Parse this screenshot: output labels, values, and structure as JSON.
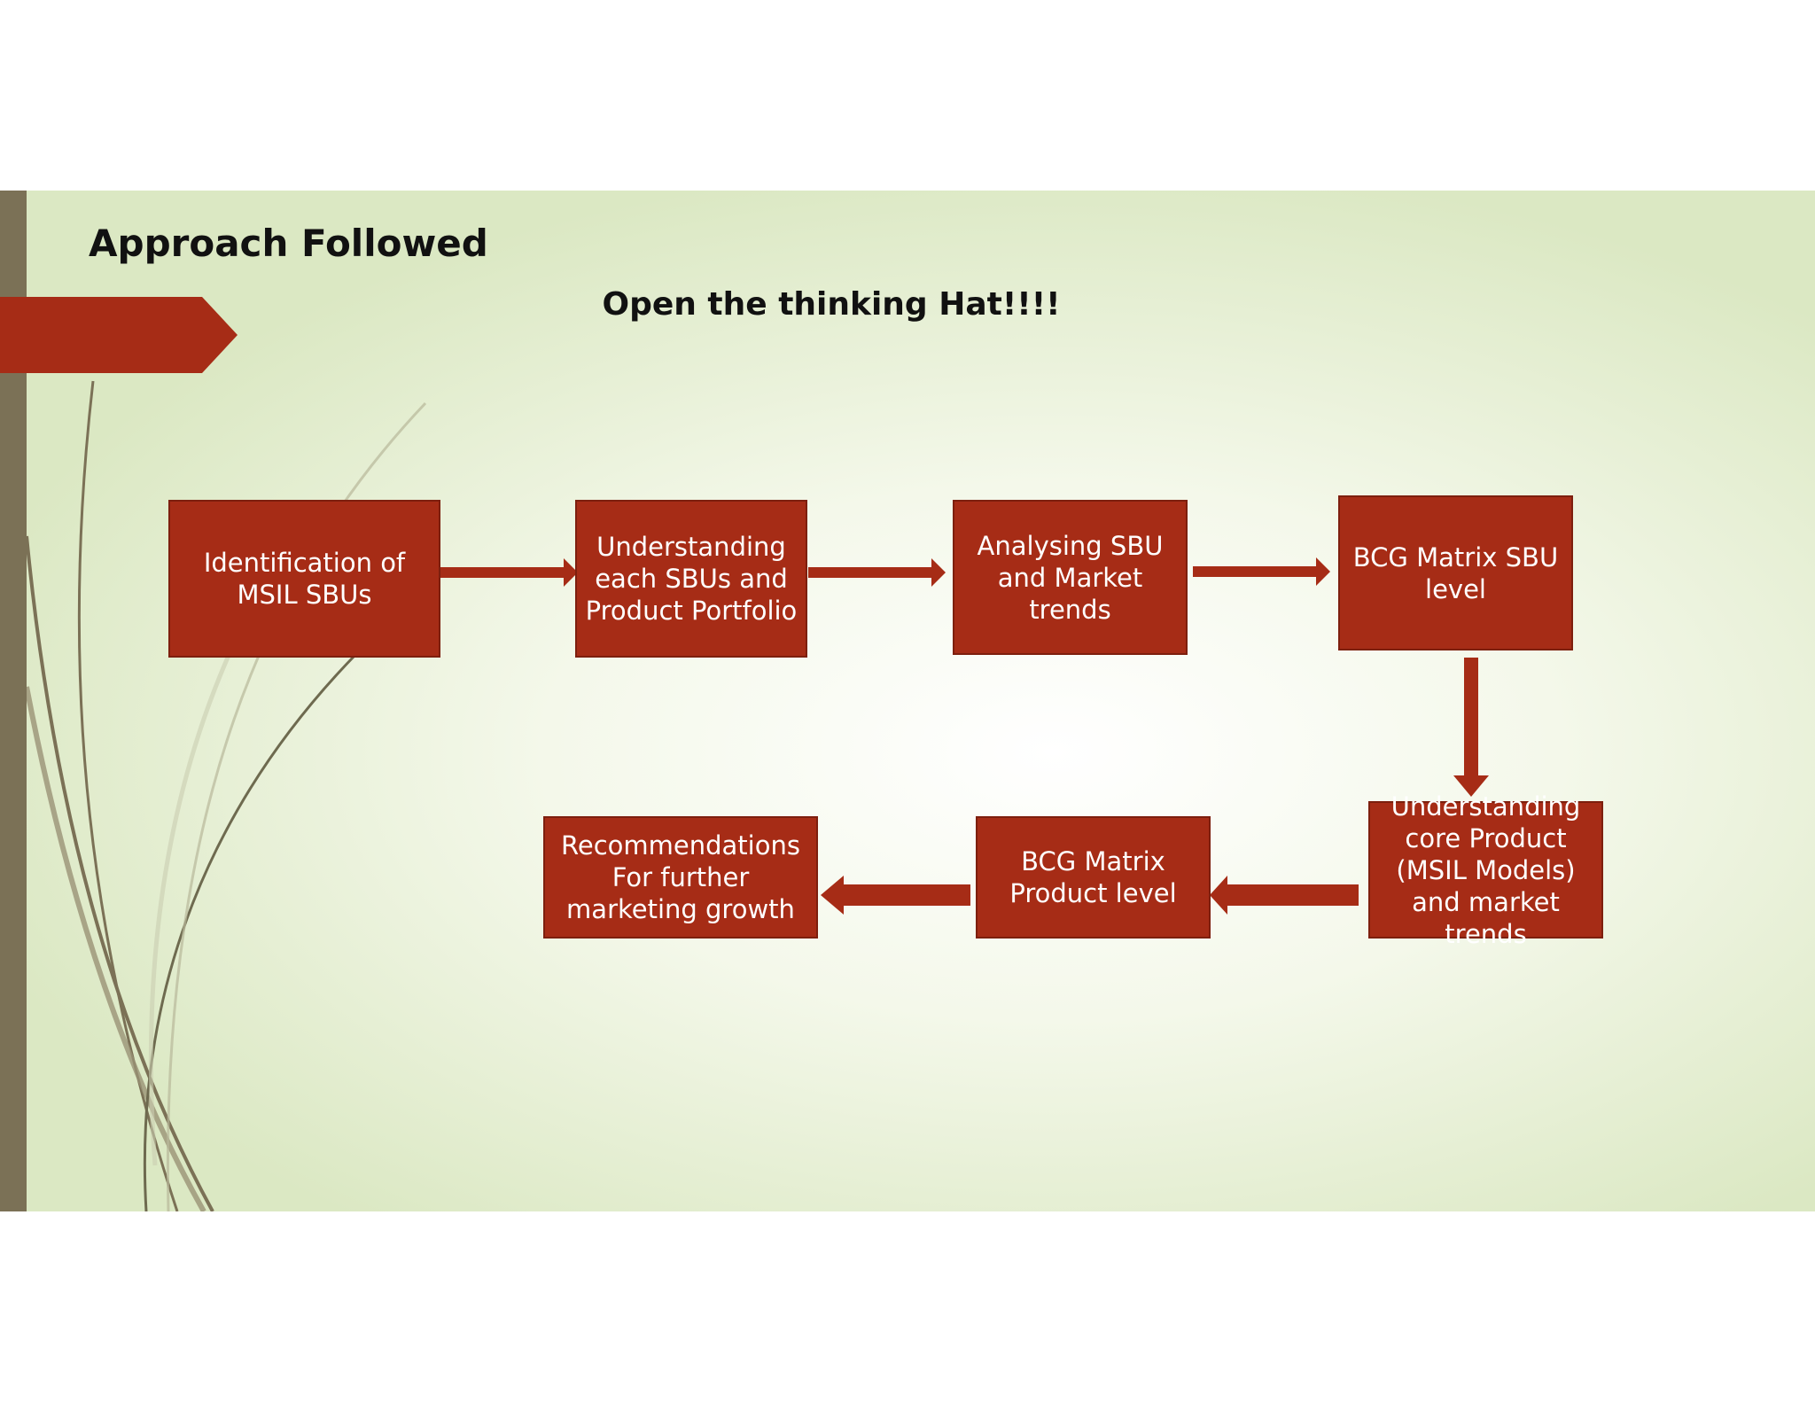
{
  "slide": {
    "title": "Approach Followed",
    "subtitle": "Open the thinking Hat!!!!"
  },
  "flow": {
    "steps": [
      {
        "id": "step-1",
        "text": "Identification of MSIL SBUs"
      },
      {
        "id": "step-2",
        "text": "Understanding each SBUs and Product Portfolio"
      },
      {
        "id": "step-3",
        "text": "Analysing SBU and Market trends"
      },
      {
        "id": "step-4",
        "text": "BCG Matrix SBU level"
      },
      {
        "id": "step-5",
        "text": "Understanding core Product (MSIL Models) and market trends"
      },
      {
        "id": "step-6",
        "text": "BCG Matrix Product level"
      },
      {
        "id": "step-7",
        "text": "Recommendations For further marketing growth"
      }
    ]
  },
  "colors": {
    "box_fill": "#a62c16",
    "arrow": "#a62c16",
    "banner": "#a62c16",
    "left_bar": "#7b7156",
    "background": "#dbe8c3"
  }
}
